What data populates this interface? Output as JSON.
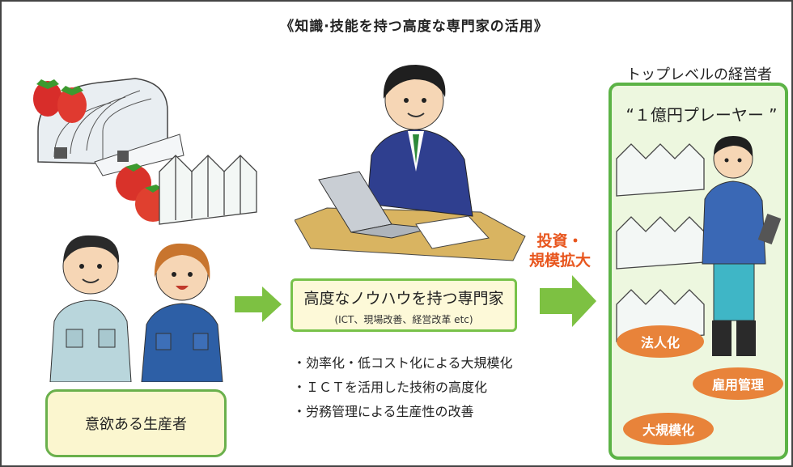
{
  "title": "《知識·技能を持つ高度な専門家の活用》",
  "producer_label": "意欲ある生産者",
  "expert": {
    "main": "高度なノウハウを持つ専門家",
    "sub": "(ICT、現場改善、経営改革 etc)"
  },
  "bullets": [
    "・効率化・低コスト化による大規模化",
    "・ＩＣＴを活用した技術の高度化",
    "・労務管理による生産性の改善"
  ],
  "investment": {
    "line1": "投資・",
    "line2": "規模拡大"
  },
  "top_level": {
    "label": "トップレベルの経営者",
    "player": "“１億円プレーヤー ”",
    "badges": [
      "法人化",
      "雇用管理",
      "大規模化"
    ]
  },
  "colors": {
    "green_border": "#6ab04c",
    "arrow_green": "#7dc142",
    "accent_orange": "#e8561e",
    "badge_orange": "#e8833a",
    "panel_bg": "#edf7df",
    "box_bg": "#fdf9d8"
  }
}
